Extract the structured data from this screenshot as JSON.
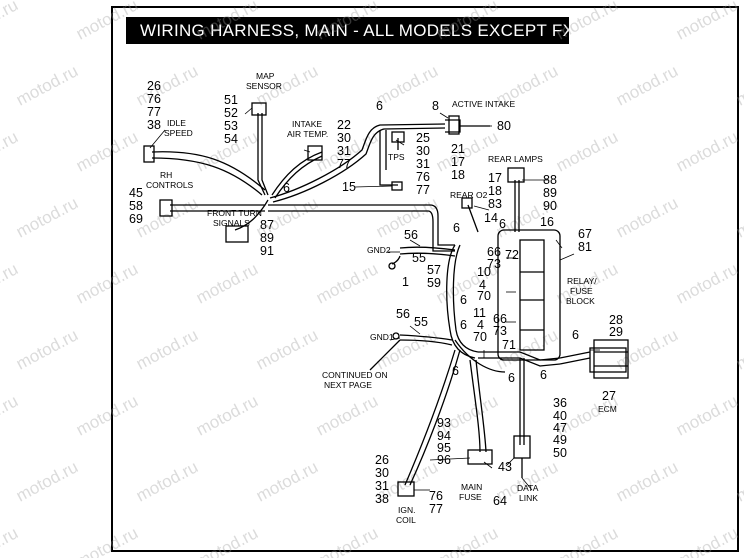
{
  "title": "WIRING HARNESS, MAIN - ALL MODELS EXCEPT FXCWC",
  "watermark": "motod.ru",
  "colors": {
    "ink": "#000000",
    "title_bg": "#000000",
    "title_fg": "#ffffff",
    "watermark": "#9a9a9a"
  },
  "labels": {
    "map_sensor": [
      "MAP",
      "SENSOR"
    ],
    "map_sensor_numbers": [
      "51",
      "52",
      "53",
      "54"
    ],
    "idle_speed": [
      "IDLE",
      "SPEED"
    ],
    "idle_speed_numbers": [
      "26",
      "76",
      "77",
      "38"
    ],
    "rh_controls": [
      "RH",
      "CONTROLS"
    ],
    "rh_controls_numbers": [
      "45",
      "58",
      "69"
    ],
    "front_turn_signals": [
      "FRONT TURN",
      "SIGNALS"
    ],
    "front_turn_numbers": [
      "87",
      "89",
      "91"
    ],
    "intake_air_temp": [
      "INTAKE",
      "AIR TEMP."
    ],
    "intake_air_temp_numbers": [
      "22",
      "30",
      "31",
      "77"
    ],
    "tps": "TPS",
    "tps_numbers": [
      "25",
      "30",
      "31",
      "76",
      "77"
    ],
    "active_intake": "ACTIVE INTAKE",
    "active_intake_numbers": [
      "8",
      "80",
      "21",
      "17",
      "18"
    ],
    "rear_lamps": "REAR LAMPS",
    "rear_lamps_numbers": [
      "17",
      "18",
      "88",
      "89",
      "90"
    ],
    "rear_o2": "REAR O2",
    "rear_o2_number": "83",
    "gnd2": "GND2",
    "gnd1": "GND1",
    "relay_fuse_block": [
      "RELAY/",
      "FUSE",
      "BLOCK"
    ],
    "relay_numbers": [
      "67",
      "81"
    ],
    "ecm": "ECM",
    "ecm_numbers": [
      "28",
      "29",
      "27"
    ],
    "continued": [
      "CONTINUED ON",
      "NEXT PAGE"
    ],
    "main_fuse": [
      "MAIN",
      "FUSE"
    ],
    "main_fuse_numbers": [
      "93",
      "94",
      "95",
      "96",
      "64"
    ],
    "data_link": [
      "DATA",
      "LINK"
    ],
    "data_link_numbers": [
      "36",
      "40",
      "47",
      "49",
      "50",
      "43"
    ],
    "ign_coil": [
      "IGN.",
      "COIL"
    ],
    "ign_coil_numbers": [
      "26",
      "30",
      "31",
      "38",
      "76",
      "77"
    ],
    "misc_numbers": {
      "n6a": "6",
      "n6b": "6",
      "n15": "15",
      "n14": "14",
      "n6c": "6",
      "n16": "16",
      "n56a": "56",
      "n55a": "55",
      "n1": "1",
      "n57": "57",
      "n59": "59",
      "n66a": "66",
      "n73a": "73",
      "n72": "72",
      "n10": "10",
      "n4a": "4",
      "n70a": "70",
      "n6d": "6",
      "n11": "11",
      "n4b": "4",
      "n70b": "70",
      "n66b": "66",
      "n73b": "73",
      "n71": "71",
      "n56b": "56",
      "n55b": "55",
      "n6e": "6",
      "n6f": "6",
      "n6g": "6",
      "n6h": "6",
      "n6i": "6",
      "n6j": "6"
    }
  }
}
